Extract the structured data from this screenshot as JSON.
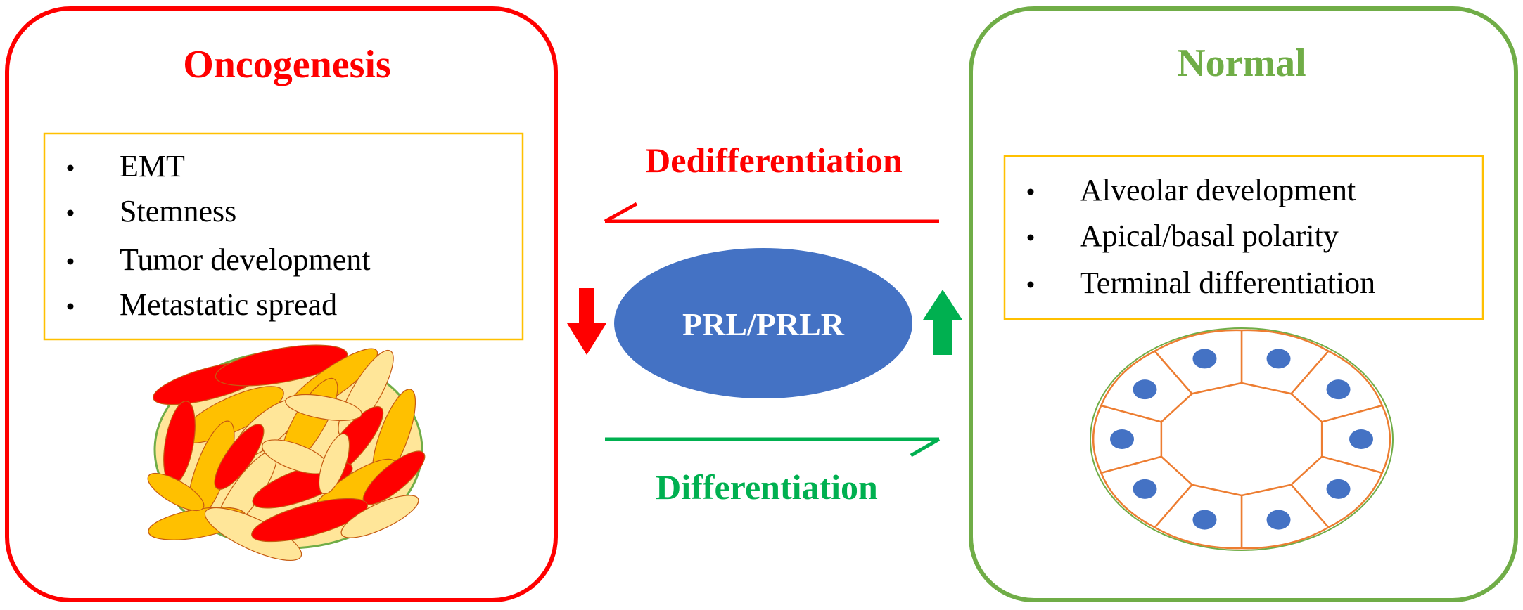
{
  "left_panel": {
    "title": "Oncogenesis",
    "color": "#ff0000",
    "items": [
      "EMT",
      "Stemness",
      "Tumor development",
      "Metastatic spread"
    ]
  },
  "right_panel": {
    "title": "Normal",
    "color": "#70ad47",
    "items": [
      "Alveolar development",
      "Apical/basal polarity",
      "Terminal differentiation"
    ]
  },
  "center": {
    "label": "PRL/PRLR",
    "ellipse_color": "#4472c4",
    "top_arrow_label": "Dedifferentiation",
    "top_arrow_color": "#ff0000",
    "bottom_arrow_label": "Differentiation",
    "bottom_arrow_color": "#00b050",
    "down_arrow_color": "#ff0000",
    "up_arrow_color": "#00b050"
  },
  "colors": {
    "list_box_border": "#ffc000",
    "cell_fill_red": "#ff0000",
    "cell_fill_orange": "#ffc000",
    "cell_fill_pale": "#ffe699",
    "normal_cell_border": "#ed7d31",
    "nucleus_fill": "#4472c4"
  }
}
